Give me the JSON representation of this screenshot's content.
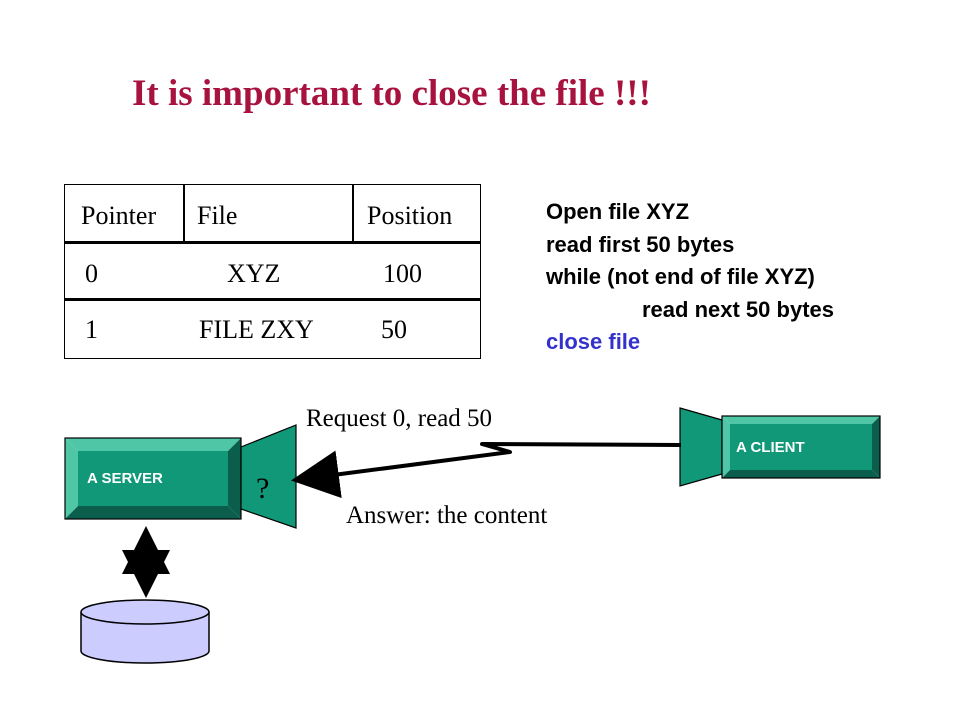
{
  "title": "It is important to close the file !!!",
  "table": {
    "headers": [
      "Pointer",
      "File",
      "Position"
    ],
    "rows": [
      [
        "0",
        "XYZ",
        "100"
      ],
      [
        "1",
        "FILE ZXY",
        "50"
      ]
    ]
  },
  "code": {
    "lines": [
      "Open file XYZ",
      "read first 50 bytes",
      "while (not end of file XYZ)",
      "read next 50 bytes",
      "close file"
    ]
  },
  "diagram": {
    "server_label": "A SERVER",
    "client_label": "A CLIENT",
    "server_port_label": "?",
    "request_label": "Request 0, read 50",
    "answer_label": "Answer: the content"
  },
  "colors": {
    "title": "#a8123e",
    "box_face": "#109878",
    "box_light": "#4fc7a6",
    "box_dark": "#0a5e4b",
    "highlight_code": "#3333cc",
    "disk_fill": "#ccccff"
  }
}
